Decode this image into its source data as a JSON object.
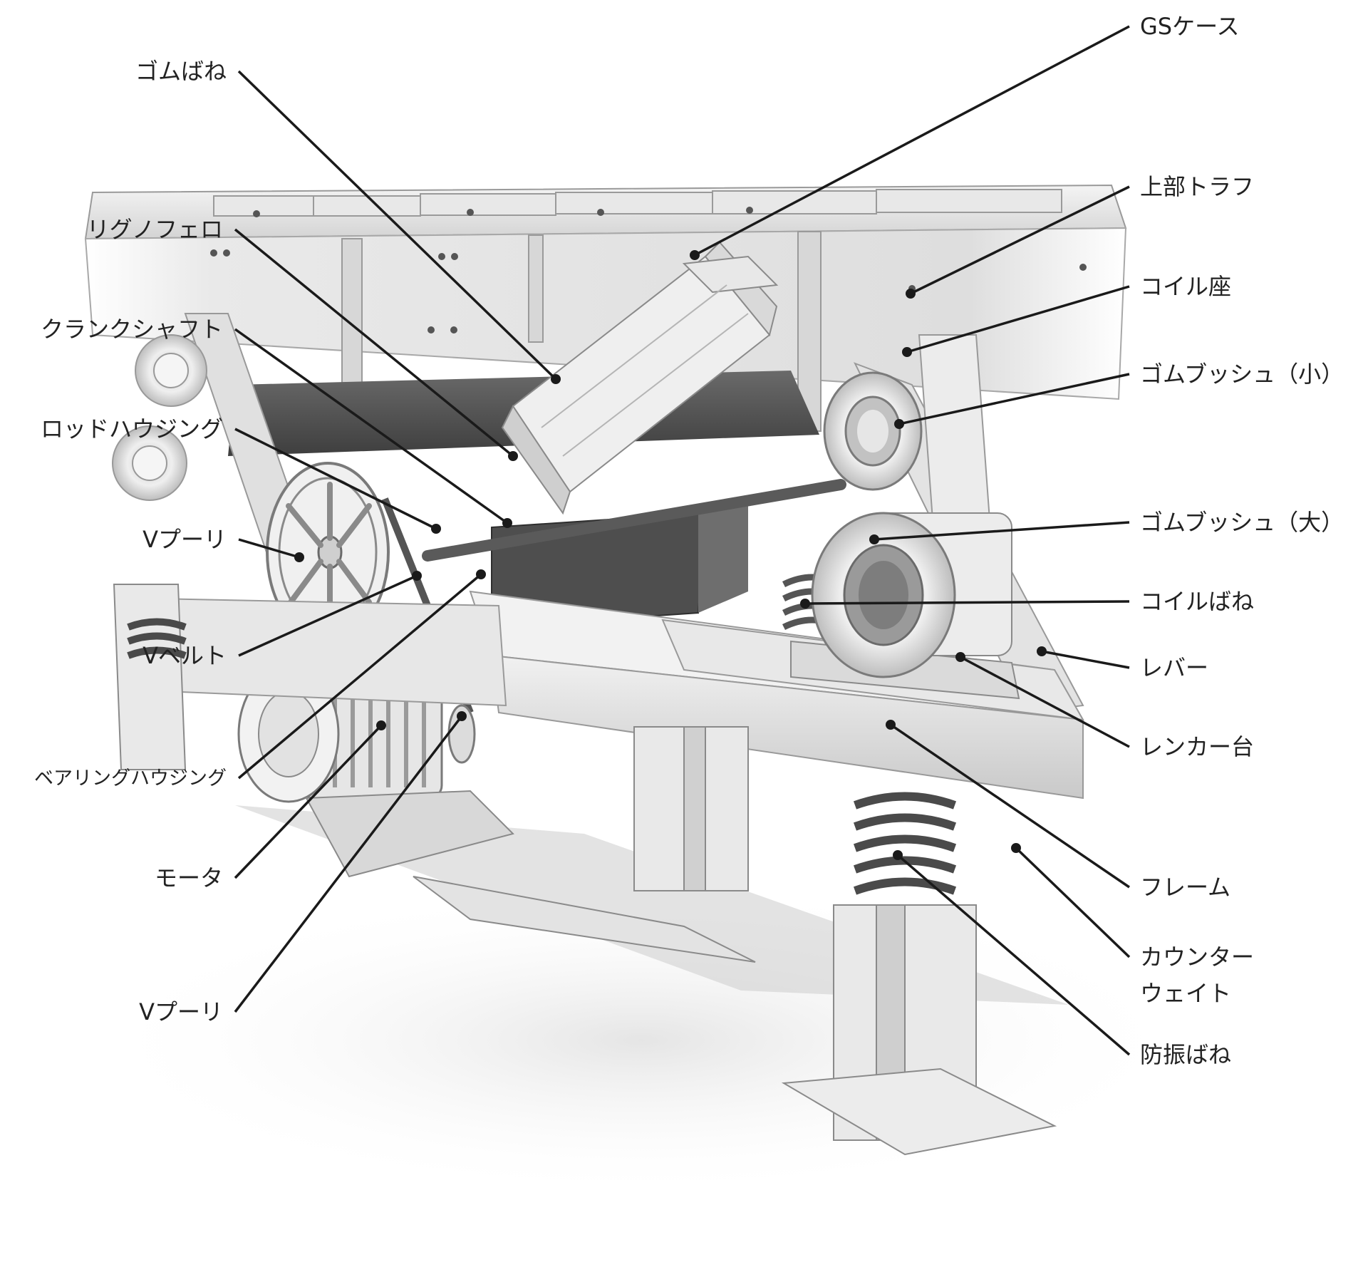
{
  "labels_left": [
    "ゴムばね",
    "リグノフェロ",
    "クランクシャフト",
    "ロッドハウジング",
    "Vプーリ",
    "Vベルト",
    "ベアリングハウジング",
    "モータ",
    "Vプーリ"
  ],
  "labels_right": [
    "GSケース",
    "上部トラフ",
    "コイル座",
    "ゴムブッシュ（小）",
    "ゴムブッシュ（大）",
    "コイルばね",
    "レバー",
    "レンカー台",
    "フレーム",
    "カウンター",
    "ウェイト",
    "防振ばね"
  ]
}
